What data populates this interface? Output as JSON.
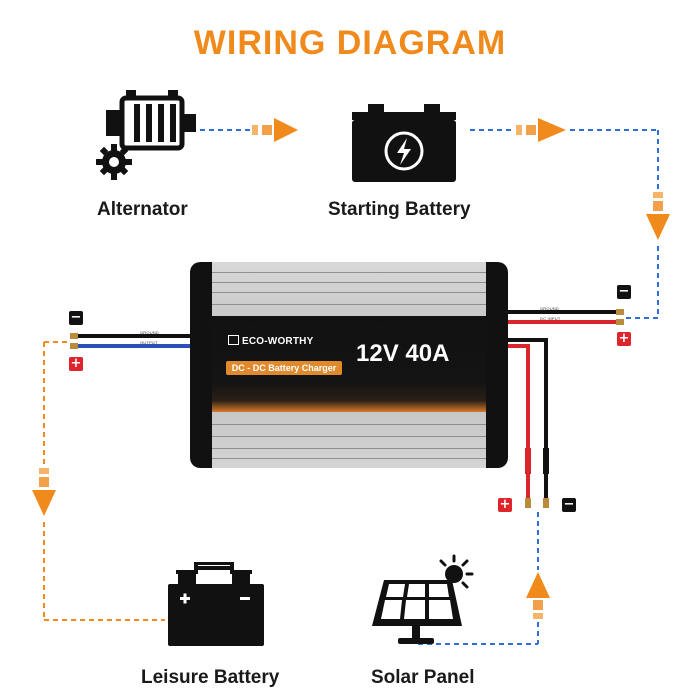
{
  "title": "WIRING DIAGRAM",
  "components": {
    "alternator": "Alternator",
    "starting_battery": "Starting Battery",
    "leisure_battery": "Leisure Battery",
    "solar_panel": "Solar Panel"
  },
  "charger": {
    "brand": "ECO-WORTHY",
    "product": "DC - DC Battery Charger",
    "rating": "12V 40A",
    "wire_labels": {
      "ground_in": "GROUND",
      "dc_input": "DC INPUT",
      "ground_out": "GROUND",
      "output": "OUTPUT"
    }
  },
  "terminals": {
    "positive": "+",
    "negative": "−"
  },
  "colors": {
    "title": "#f08a1c",
    "arrow_orange": "#f08a1c",
    "line_blue": "#2f6fd6",
    "line_orange": "#f08a1c",
    "wire_red": "#d8262b",
    "wire_black": "#111111",
    "wire_blue": "#2b4fb8"
  }
}
